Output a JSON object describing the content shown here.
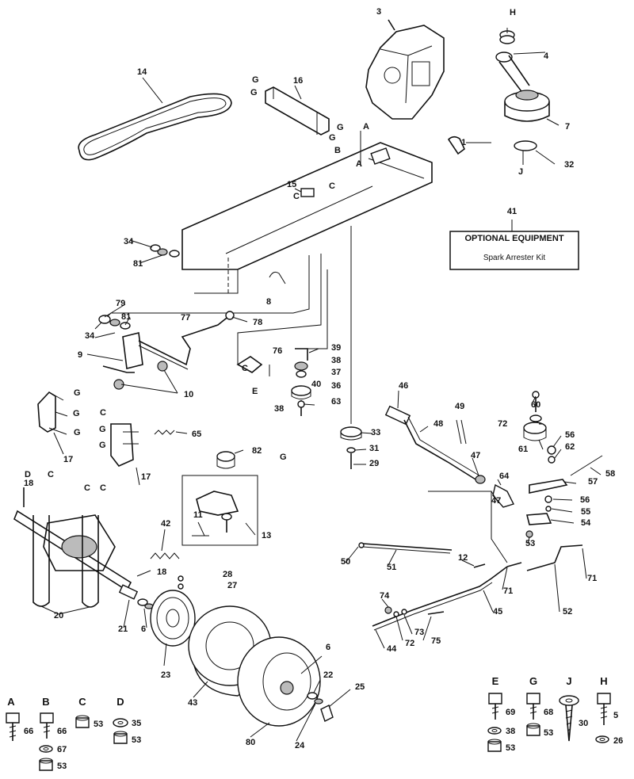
{
  "optional_box": {
    "number": "41",
    "title": "OPTIONAL EQUIPMENT",
    "subtitle": "Spark Arrester Kit"
  },
  "part_labels": [
    "3",
    "4",
    "7",
    "1",
    "32",
    "14",
    "16",
    "15",
    "34",
    "81",
    "8",
    "79",
    "81",
    "34",
    "77",
    "78",
    "9",
    "10",
    "40",
    "76",
    "39",
    "38",
    "37",
    "36",
    "38",
    "63",
    "17",
    "17",
    "65",
    "82",
    "11",
    "13",
    "18",
    "42",
    "18",
    "28",
    "27",
    "20",
    "21",
    "6",
    "23",
    "43",
    "6",
    "22",
    "25",
    "24",
    "80",
    "46",
    "48",
    "49",
    "33",
    "31",
    "29",
    "47",
    "64",
    "47",
    "60",
    "72",
    "61",
    "56",
    "62",
    "58",
    "57",
    "56",
    "55",
    "54",
    "53",
    "50",
    "51",
    "12",
    "71",
    "71",
    "52",
    "74",
    "72",
    "73",
    "44",
    "45",
    "75"
  ],
  "letter_labels": [
    "H",
    "A",
    "A",
    "B",
    "C",
    "C",
    "G",
    "G",
    "G",
    "G",
    "J",
    "E",
    "G",
    "G",
    "G",
    "C",
    "G",
    "G",
    "G",
    "D",
    "C",
    "C",
    "C",
    "C"
  ],
  "legend": [
    {
      "letter": "A",
      "items": [
        "66"
      ]
    },
    {
      "letter": "B",
      "items": [
        "66",
        "67",
        "53"
      ]
    },
    {
      "letter": "C",
      "items": [
        "53"
      ]
    },
    {
      "letter": "D",
      "items": [
        "35",
        "53"
      ]
    },
    {
      "letter": "E",
      "items": [
        "69",
        "38",
        "53"
      ]
    },
    {
      "letter": "G",
      "items": [
        "68",
        "53"
      ]
    },
    {
      "letter": "J",
      "items": [
        "30"
      ]
    },
    {
      "letter": "H",
      "items": [
        "5",
        "26"
      ]
    }
  ]
}
